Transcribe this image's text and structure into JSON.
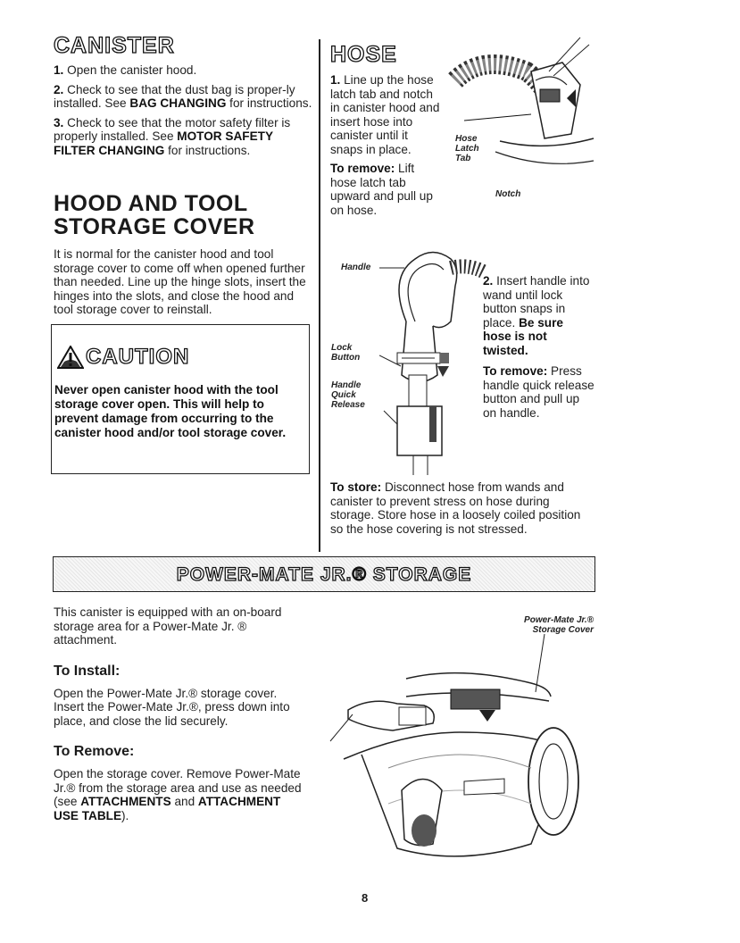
{
  "canister": {
    "title": "CANISTER",
    "step1_num": "1.",
    "step1_text": "Open the canister hood.",
    "step2_num": "2.",
    "step2_text_a": "Check to see that the dust bag is proper-ly installed. See ",
    "step2_bold": "BAG CHANGING",
    "step2_text_b": " for instructions.",
    "step3_num": "3.",
    "step3_text_a": "Check to see that the motor safety filter is properly installed. See ",
    "step3_bold": "MOTOR SAFETY FILTER CHANGING",
    "step3_text_b": " for instructions."
  },
  "hood": {
    "title_line1": "HOOD AND TOOL",
    "title_line2": "STORAGE COVER",
    "text": "It is normal for the canister hood and tool storage cover to come off when opened further than needed. Line up the hinge slots, insert the hinges into the slots, and close the hood and tool storage cover to reinstall."
  },
  "caution": {
    "title": "CAUTION",
    "text": "Never open canister hood with the tool storage cover open. This will help to prevent damage from occurring to the canister hood and/or tool storage cover."
  },
  "hose": {
    "title": "HOSE",
    "step1_num": "1.",
    "step1_text": "Line up the hose latch tab and notch in canister hood and insert hose into canister until it snaps in place.",
    "remove1_bold": "To remove:",
    "remove1_text": "Lift hose latch tab upward and pull up on hose.",
    "label_hose_latch": "Hose Latch Tab",
    "label_notch": "Notch",
    "label_handle": "Handle",
    "label_lock_button": "Lock Button",
    "label_quick_release": "Handle Quick Release",
    "step2_num": "2.",
    "step2_text": "Insert handle into wand until lock button snaps in place.",
    "step2_bold": "Be sure hose is not twisted.",
    "remove2_bold": "To remove:",
    "remove2_text": "Press handle quick release button and pull up on handle.",
    "store_bold": "To store:",
    "store_text": "Disconnect hose from wands and canister to prevent stress on hose during storage. Store hose in a loosely coiled position so the hose covering is not stressed."
  },
  "powermate": {
    "banner": "POWER-MATE JR.® STORAGE",
    "intro": "This canister is equipped with an on-board storage area for a Power-Mate Jr. ® attachment.",
    "install_head": "To Install:",
    "install_text": "Open the Power-Mate Jr.® storage cover. Insert the Power-Mate Jr.®, press down into place, and close the lid securely.",
    "remove_head": "To Remove:",
    "remove_text_a": "Open the storage cover. Remove Power-Mate Jr.® from the storage area and use as needed (see ",
    "remove_bold1": "ATTACHMENTS",
    "remove_mid": " and ",
    "remove_bold2": "ATTACHMENT USE TABLE",
    "remove_text_b": ").",
    "label_storage_cover": "Power-Mate Jr.® Storage Cover"
  },
  "page_number": "8"
}
